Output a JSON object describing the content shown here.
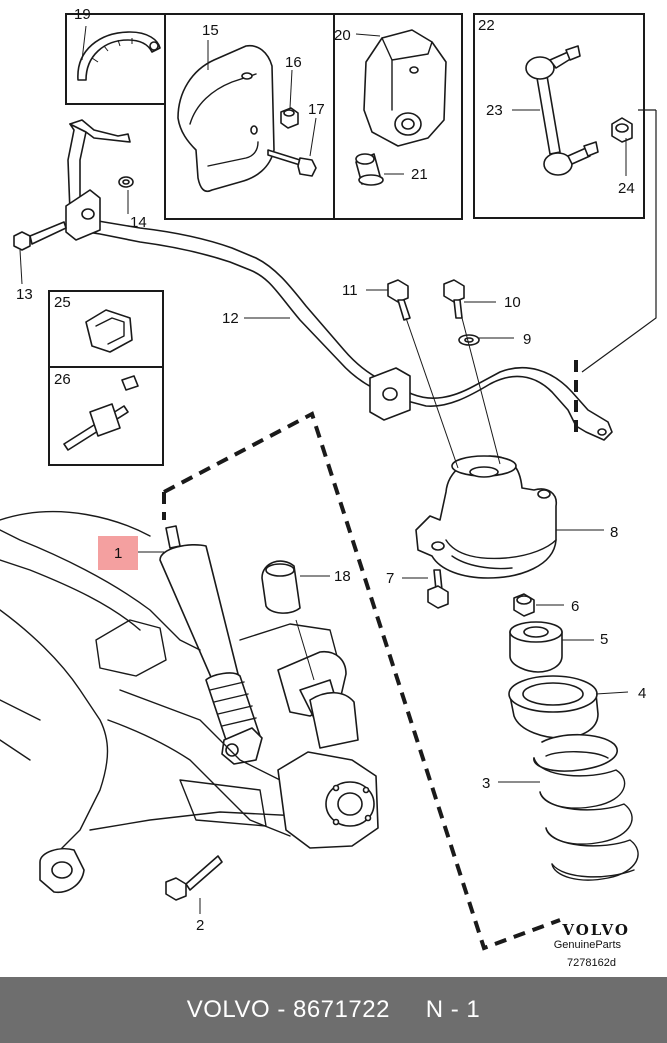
{
  "callouts": {
    "c1": "1",
    "c2": "2",
    "c3": "3",
    "c4": "4",
    "c5": "5",
    "c6": "6",
    "c7": "7",
    "c8": "8",
    "c9": "9",
    "c10": "10",
    "c11": "11",
    "c12": "12",
    "c13": "13",
    "c14": "14",
    "c15": "15",
    "c16": "16",
    "c17": "17",
    "c18": "18",
    "c19": "19",
    "c20": "20",
    "c21": "21",
    "c22": "22",
    "c23": "23",
    "c24": "24",
    "c25": "25",
    "c26": "26"
  },
  "highlight": {
    "color": "#f4a0a0",
    "label_ref": "c1"
  },
  "brand": {
    "name": "VOLVO",
    "tagline": "GenuineParts",
    "diagram_id": "7278162d"
  },
  "footer": {
    "text": "VOLVO - 8671722     N - 1",
    "background": "#6e6e6e"
  }
}
